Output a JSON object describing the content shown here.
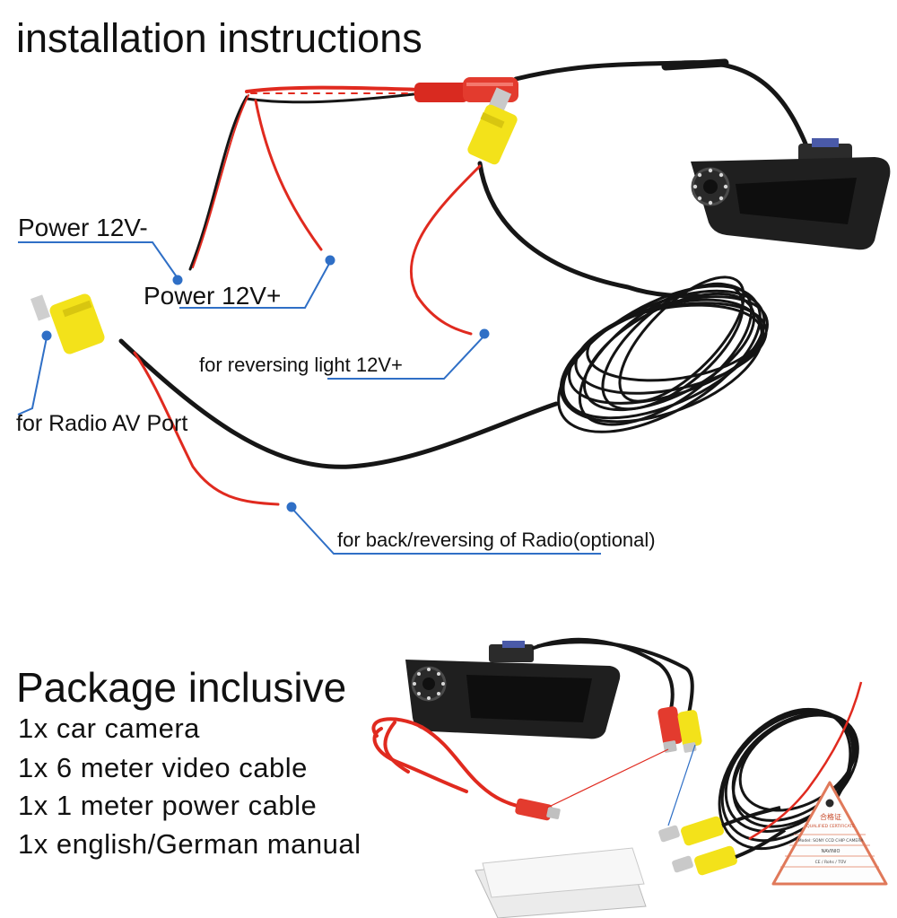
{
  "title": "installation instructions",
  "labels": {
    "power_negative": "Power 12V-",
    "power_positive": "Power 12V+",
    "reversing_light": "for reversing light 12V+",
    "radio_av": "for Radio AV Port",
    "back_reversing": "for back/reversing of Radio(optional)"
  },
  "package": {
    "title": "Package inclusive",
    "items": [
      "1x car camera",
      "1x 6 meter video cable",
      "1x 1 meter power cable",
      "1x english/German manual"
    ]
  },
  "certificate": {
    "heading": "合格证",
    "subheading": "QUALIFIED CERTIFICATE",
    "model": "Model: SONY CCD CHIP CAMERA",
    "brand": "NAVINIO",
    "marks": "CE / Rohs / TÜV"
  },
  "colors": {
    "callout": "#2f6fc6",
    "red_wire": "#e02a1f",
    "black_wire": "#161616",
    "rca_yellow": "#f3e21a",
    "dc_red": "#e33b2e"
  }
}
